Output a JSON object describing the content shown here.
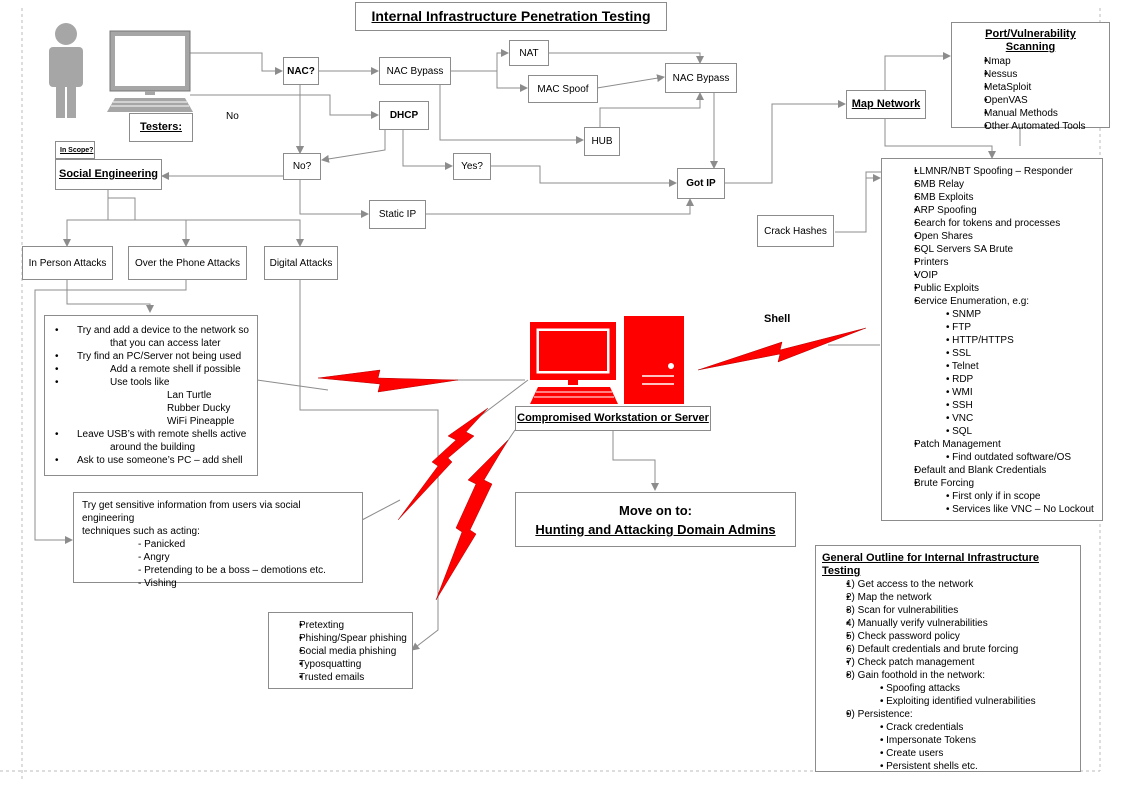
{
  "title": "Internal Infrastructure Penetration Testing",
  "testers_label": "Testers:",
  "no_label": "No",
  "shell_label": "Shell",
  "in_scope_label": "In Scope?",
  "nodes": {
    "nac_q": "NAC?",
    "nac_bypass_1": "NAC Bypass",
    "nat": "NAT",
    "mac_spoof": "MAC Spoof",
    "nac_bypass_2": "NAC Bypass",
    "dhcp": "DHCP",
    "hub": "HUB",
    "no_q": "No?",
    "yes_q": "Yes?",
    "got_ip": "Got IP",
    "static_ip": "Static IP",
    "map_network": "Map Network",
    "crack_hashes": "Crack Hashes",
    "social_engineering": "Social Engineering",
    "in_person": "In Person Attacks",
    "over_phone": "Over the Phone Attacks",
    "digital": "Digital Attacks",
    "compromised": "Compromised Workstation or Server",
    "move_on_1": "Move on to:",
    "move_on_2": "Hunting and Attacking Domain Admins"
  },
  "port_scanning": {
    "title": "Port/Vulnerability Scanning",
    "items": [
      "Nmap",
      "Nessus",
      "MetaSploit",
      "OpenVAS",
      "Manual Methods",
      "Other Automated Tools"
    ]
  },
  "attacks_list": [
    {
      "text": "LLMNR/NBT Spoofing – Responder",
      "level": 0
    },
    {
      "text": "SMB Relay",
      "level": 0
    },
    {
      "text": "SMB Exploits",
      "level": 0
    },
    {
      "text": "ARP Spoofing",
      "level": 0
    },
    {
      "text": "Search for tokens and processes",
      "level": 0
    },
    {
      "text": "Open Shares",
      "level": 0
    },
    {
      "text": "SQL Servers SA Brute",
      "level": 0
    },
    {
      "text": "Printers",
      "level": 0
    },
    {
      "text": "VOIP",
      "level": 0
    },
    {
      "text": "Public Exploits",
      "level": 0
    },
    {
      "text": "Service Enumeration, e.g:",
      "level": 0
    },
    {
      "text": "- SNMP",
      "level": 1
    },
    {
      "text": "- FTP",
      "level": 1
    },
    {
      "text": "- HTTP/HTTPS",
      "level": 1
    },
    {
      "text": "- SSL",
      "level": 1
    },
    {
      "text": "- Telnet",
      "level": 1
    },
    {
      "text": "- RDP",
      "level": 1
    },
    {
      "text": "- WMI",
      "level": 1
    },
    {
      "text": "- SSH",
      "level": 1
    },
    {
      "text": "- VNC",
      "level": 1
    },
    {
      "text": "- SQL",
      "level": 1
    },
    {
      "text": "Patch Management",
      "level": 0
    },
    {
      "text": "- Find outdated software/OS",
      "level": 1
    },
    {
      "text": "Default and Blank Credentials",
      "level": 0
    },
    {
      "text": "Brute Forcing",
      "level": 0
    },
    {
      "text": "- First only if in scope",
      "level": 1
    },
    {
      "text": "- Services like VNC – No Lockout",
      "level": 1
    }
  ],
  "in_person_list": [
    {
      "text": "Try and add a device to the network so",
      "indent": 0,
      "bullet": true
    },
    {
      "text": "that you can access later",
      "indent": 1,
      "bullet": false
    },
    {
      "text": "Try find an PC/Server not being used",
      "indent": 0,
      "bullet": true
    },
    {
      "text": "Add a remote shell if possible",
      "indent": 1,
      "bullet": true
    },
    {
      "text": "Use tools like",
      "indent": 1,
      "bullet": true
    },
    {
      "text": "Lan Turtle",
      "indent": 2,
      "bullet": false
    },
    {
      "text": "Rubber Ducky",
      "indent": 2,
      "bullet": false
    },
    {
      "text": "WiFi Pineapple",
      "indent": 2,
      "bullet": false
    },
    {
      "text": "Leave USB’s with remote shells active",
      "indent": 0,
      "bullet": true
    },
    {
      "text": "around the building",
      "indent": 1,
      "bullet": false
    },
    {
      "text": "Ask to use someone’s PC – add shell",
      "indent": 0,
      "bullet": true
    }
  ],
  "phone_box": {
    "intro": [
      "Try get sensitive information from users via social engineering",
      "techniques such as acting:"
    ],
    "items": [
      "- Panicked",
      "- Angry",
      "- Pretending to be a boss – demotions etc.",
      "- Vishing"
    ]
  },
  "digital_list": [
    "Pretexting",
    "Phishing/Spear phishing",
    "Social media phishing",
    "Typosquatting",
    "Trusted emails"
  ],
  "outline": {
    "title": "General Outline for Internal Infrastructure Testing",
    "items": [
      {
        "text": "1) Get access to the network",
        "level": 0
      },
      {
        "text": "2) Map the network",
        "level": 0
      },
      {
        "text": "3) Scan for vulnerabilities",
        "level": 0
      },
      {
        "text": "4) Manually verify vulnerabilities",
        "level": 0
      },
      {
        "text": "5) Check password policy",
        "level": 0
      },
      {
        "text": "6) Default credentials and brute forcing",
        "level": 0
      },
      {
        "text": "7) Check patch management",
        "level": 0
      },
      {
        "text": "8) Gain foothold in the network:",
        "level": 0
      },
      {
        "text": "- Spoofing attacks",
        "level": 1
      },
      {
        "text": "- Exploiting identified vulnerabilities",
        "level": 1
      },
      {
        "text": "9) Persistence:",
        "level": 0
      },
      {
        "text": "- Crack credentials",
        "level": 1
      },
      {
        "text": "- Impersonate Tokens",
        "level": 1
      },
      {
        "text": "- Create users",
        "level": 1
      },
      {
        "text": "- Persistent shells etc.",
        "level": 1
      }
    ]
  },
  "colors": {
    "accent_red": "#ff0000",
    "line_gray": "#8c8c8c",
    "person_gray": "#a6a6a6"
  }
}
